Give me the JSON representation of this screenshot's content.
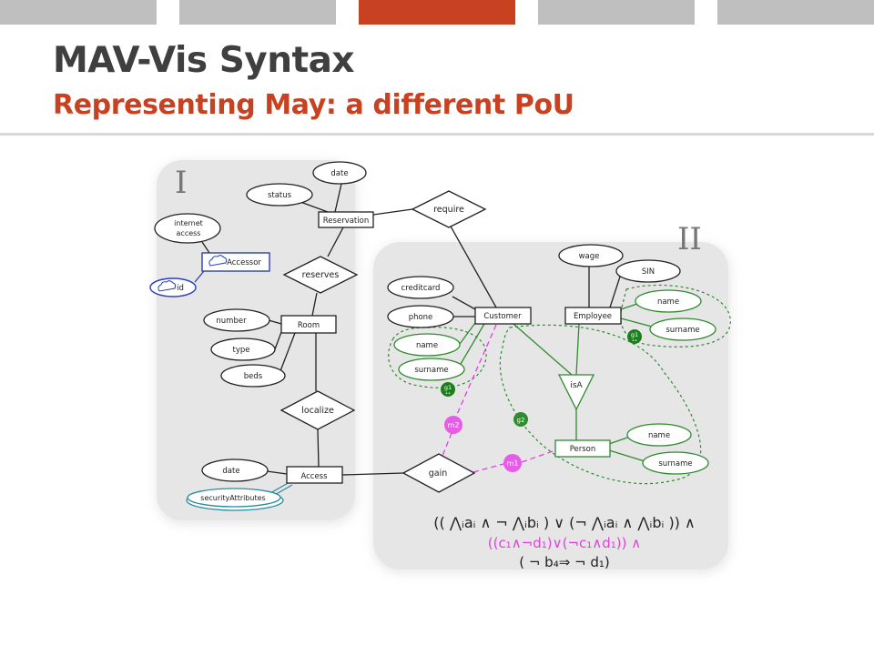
{
  "header": {
    "title": "MAV-Vis Syntax",
    "subtitle": "Representing May: a different PoU",
    "tabs": [
      {
        "active": false
      },
      {
        "active": false
      },
      {
        "active": true
      },
      {
        "active": false
      },
      {
        "active": false
      }
    ]
  },
  "colors": {
    "accent": "#c84222",
    "title": "#3f3f3f",
    "tab": "#bfbfbf",
    "panel": "#e6e6e6",
    "green": "#2e8b2e",
    "magenta": "#e040e0",
    "blue": "#2a3fbf",
    "teal": "#2a8b9b"
  },
  "regions": {
    "region_1": "I",
    "region_2": "II"
  },
  "entities": {
    "reservation": "Reservation",
    "room": "Room",
    "access": "Access",
    "customer": "Customer",
    "employee": "Employee",
    "person": "Person",
    "accessor": "Accessor"
  },
  "relationships": {
    "require": "require",
    "reserves": "reserves",
    "localize": "localize",
    "gain": "gain",
    "isa": "isA"
  },
  "attributes": {
    "reservation_date": "date",
    "reservation_status": "status",
    "internet_access": [
      "internet",
      "access"
    ],
    "accessor_id": "id",
    "room_number": "number",
    "room_type": "type",
    "room_beds": "beds",
    "access_date": "date",
    "security_attributes": "securityAttributes",
    "customer_creditcard": "creditcard",
    "customer_phone": "phone",
    "customer_name": "name",
    "customer_surname": "surname",
    "employee_wage": "wage",
    "employee_sin": "SIN",
    "employee_name": "name",
    "employee_surname": "surname",
    "person_name": "name",
    "person_surname": "surname"
  },
  "markers": {
    "g1_customer": "g1",
    "g1_employee": "g1",
    "g2": "g2",
    "m1": "m1",
    "m2": "m2"
  },
  "formula": {
    "line1": "(( ⋀ᵢaᵢ ∧ ¬ ⋀ᵢbᵢ ) ∨ (¬ ⋀ᵢaᵢ ∧  ⋀ᵢbᵢ )) ∧",
    "line2": "((c₁∧¬d₁)∨(¬c₁∧d₁)) ∧",
    "line3": "( ¬ b₄⇒ ¬ d₁)"
  }
}
